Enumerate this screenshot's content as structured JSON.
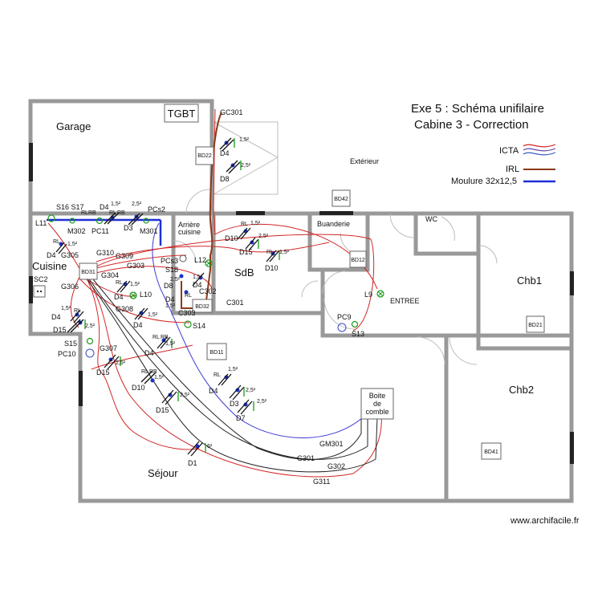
{
  "title": {
    "line1": "Exe 5 : Schéma unifilaire",
    "line2": "Cabine 3 - Correction"
  },
  "legend": {
    "icta": "ICTA",
    "irl": "IRL",
    "moulure": "Moulure 32x12,5"
  },
  "footer": "www.archifacile.fr",
  "rooms": {
    "garage": "Garage",
    "cuisine": "Cuisine",
    "arriere": "Arrière",
    "arriere2": "cuisine",
    "sdb": "SdB",
    "buanderie": "Buanderie",
    "wc": "WC",
    "entree": "ENTREE",
    "chb1": "Chb1",
    "chb2": "Chb2",
    "sejour": "Séjour",
    "exterieur": "Extérieur"
  },
  "panels": {
    "tgbt": "TGBT",
    "bd22": "BD22",
    "bd42": "BD42",
    "bd12": "BD12",
    "bd21": "BD21",
    "bd31": "BD31",
    "bd32": "BD32",
    "bd11": "BD11",
    "bd41": "BD41",
    "boite1": "Boite",
    "boite2": "de",
    "boite3": "comble"
  },
  "labels": {
    "gc301": "GC301",
    "s16s17": "S16 S17",
    "l11": "L11",
    "m302": "M302",
    "pc11": "PC11",
    "d4a": "D4",
    "deg15a": "1,5²",
    "d3a": "D3",
    "deg25a": "2,5²",
    "pcs2": "PCs2",
    "m301": "M301",
    "rl": "RL",
    "rb": "RB",
    "d4b": "D4",
    "deg15b": "1,5²",
    "g305": "G305",
    "g310": "G310",
    "g309": "G309",
    "g303": "G303",
    "sc2": "SC2",
    "g306": "G306",
    "g304": "G304",
    "d4c": "D4",
    "deg15c": "1,5²",
    "l10": "L10",
    "g308": "G308",
    "d4d": "D4",
    "deg15d": "1,5²",
    "d4e": "D4",
    "deg15e": "1,5²",
    "d15a": "D15",
    "deg25b": "2,5²",
    "s15": "S15",
    "pc10": "PC10",
    "g307": "G307",
    "d15b": "D15",
    "deg25c": "2,5²",
    "d4f": "D4",
    "deg15f": "1,5²",
    "d10a": "D10",
    "deg15g": "1,5²",
    "d15c": "D15",
    "deg25d": "2,5²",
    "d4g": "D4",
    "deg15h": "1,5²",
    "d3b": "D3",
    "deg25e": "2,5²",
    "d7": "D7",
    "deg25f": "2,5²",
    "d1": "D1",
    "deg6": "6²",
    "gm301": "GM301",
    "g301": "G301",
    "g302": "G302",
    "g311": "G311",
    "pcs3": "PCs3",
    "s18": "S18",
    "d8a": "D8",
    "deg25g": "2,5²",
    "d4h": "D4",
    "deg15i": "1,5²",
    "l12": "L12",
    "c302": "C302",
    "c303": "C303",
    "c301": "C301",
    "s14": "S14",
    "d4i": "D4",
    "deg15j": "1,5²",
    "d8b": "D8",
    "deg25h": "2,5²",
    "d10b": "D10",
    "deg15k": "1,5²",
    "d15d": "D15",
    "deg25i": "2,5²",
    "d10c": "D10",
    "deg15l": "1,5²",
    "l9": "L9",
    "pc9": "PC9",
    "s13": "S13",
    "d4j": "D4",
    "deg15m": "1,5²"
  },
  "colors": {
    "icta": "#d22525",
    "irl": "#8b3a1a",
    "moulure": "#1f2fd6",
    "wall": "#999999"
  }
}
